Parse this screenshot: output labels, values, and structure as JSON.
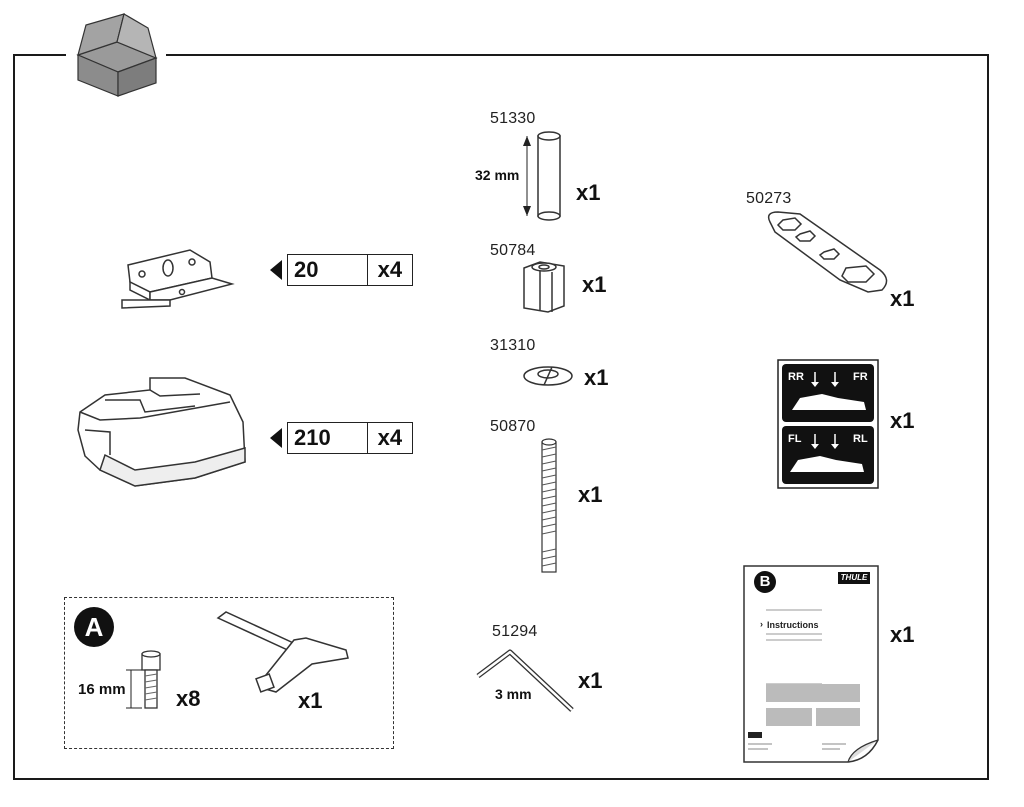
{
  "parts": {
    "bracket": {
      "ref": "20",
      "qty": "x4"
    },
    "foot_pad": {
      "ref": "210",
      "qty": "x4"
    },
    "spacer_tube": {
      "part_no": "51330",
      "dimension": "32 mm",
      "qty": "x1"
    },
    "nut": {
      "part_no": "50784",
      "qty": "x1"
    },
    "washer": {
      "part_no": "31310",
      "qty": "x1"
    },
    "threaded_rod": {
      "part_no": "50870",
      "qty": "x1"
    },
    "allen_key": {
      "part_no": "51294",
      "dimension": "3 mm",
      "qty": "x1"
    },
    "wrench": {
      "part_no": "50273",
      "qty": "x1"
    },
    "sticker": {
      "qty": "x1",
      "top_left": "RR",
      "top_right": "FR",
      "bottom_left": "FL",
      "bottom_right": "RL"
    },
    "instructions": {
      "badge": "B",
      "brand": "THULE",
      "title": "Instructions",
      "qty": "x1"
    }
  },
  "kit_a": {
    "badge": "A",
    "screw": {
      "dimension": "16 mm",
      "qty": "x8"
    },
    "t_wrench": {
      "qty": "x1"
    }
  }
}
